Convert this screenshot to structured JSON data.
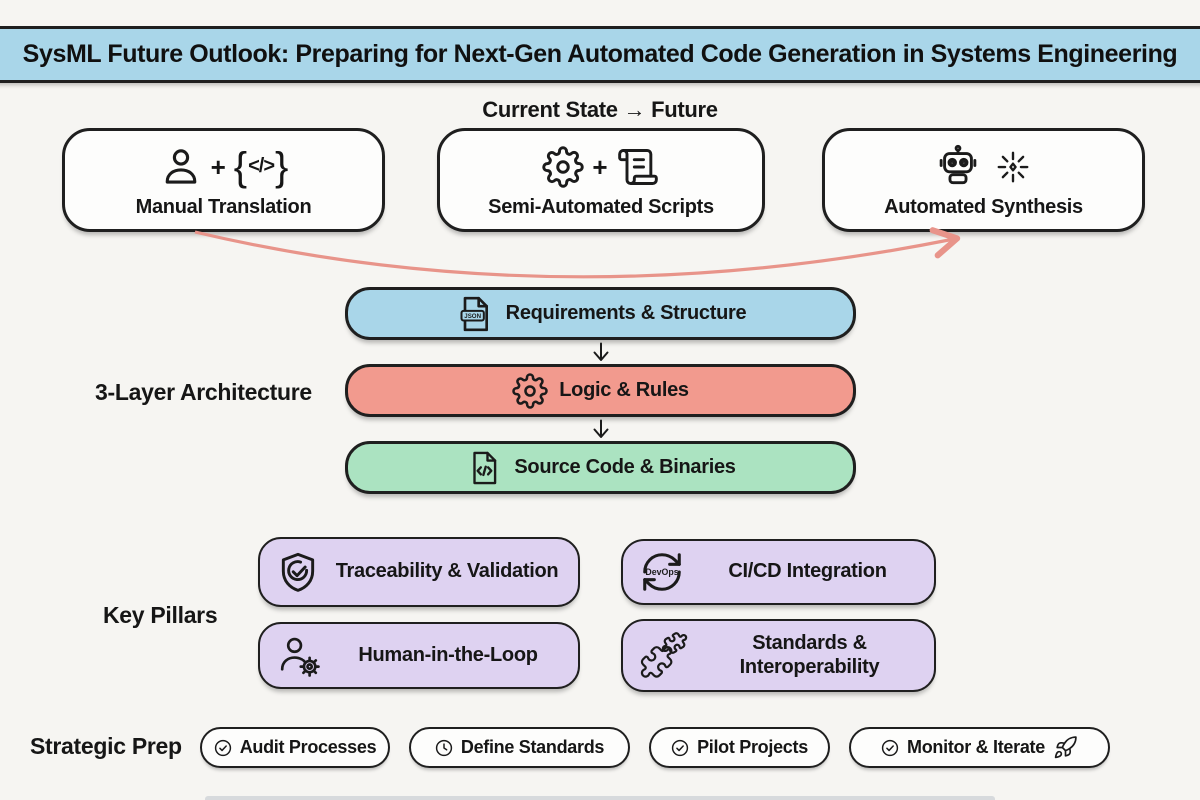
{
  "background_color": "#f6f5f2",
  "border_color": "#1f1f1f",
  "title_banner": {
    "text": "SysML Future Outlook: Preparing for Next-Gen Automated Code Generation in Systems Engineering",
    "bg_color": "#a9d6e9"
  },
  "evolution": {
    "heading": "Current State → Future",
    "arrow_color": "#e8948a",
    "stages": [
      {
        "label": "Manual Translation",
        "icons": [
          "person-icon",
          "plus-sign",
          "code-braces-icon"
        ],
        "plus": "+",
        "brace_left": "{",
        "code_glyph": "</>",
        "brace_right": "}"
      },
      {
        "label": "Semi-Automated Scripts",
        "icons": [
          "gear-icon",
          "plus-sign",
          "scroll-icon"
        ],
        "plus": "+"
      },
      {
        "label": "Automated Synthesis",
        "icons": [
          "robot-icon",
          "sparkle-icon"
        ]
      }
    ]
  },
  "architecture": {
    "label": "3-Layer Architecture",
    "layers": [
      {
        "label": "Requirements & Structure",
        "color": "#a9d6e9",
        "icon": "json-file-icon",
        "icon_text": "JSON"
      },
      {
        "label": "Logic & Rules",
        "color": "#f29a8e",
        "icon": "gear-icon"
      },
      {
        "label": "Source Code & Binaries",
        "color": "#abe3c1",
        "icon": "code-file-icon"
      }
    ]
  },
  "pillars": {
    "label": "Key Pillars",
    "box_color": "#ded2f1",
    "items": [
      {
        "label": "Traceability & Validation",
        "icon": "shield-check-icon"
      },
      {
        "label": "CI/CD Integration",
        "icon": "devops-loop-icon",
        "icon_text": "DevOps"
      },
      {
        "label": "Human-in-the-Loop",
        "icon": "person-gear-icon"
      },
      {
        "label": "Standards & Interoperability",
        "icon": "puzzle-icon"
      }
    ]
  },
  "strategic_prep": {
    "label": "Strategic Prep",
    "items": [
      {
        "label": "Audit Processes",
        "icon": "check-circle-icon"
      },
      {
        "label": "Define Standards",
        "icon": "clock-icon"
      },
      {
        "label": "Pilot Projects",
        "icon": "check-circle-icon"
      },
      {
        "label": "Monitor & Iterate",
        "icon": "check-circle-icon",
        "trailing_icon": "rocket-icon"
      }
    ]
  }
}
